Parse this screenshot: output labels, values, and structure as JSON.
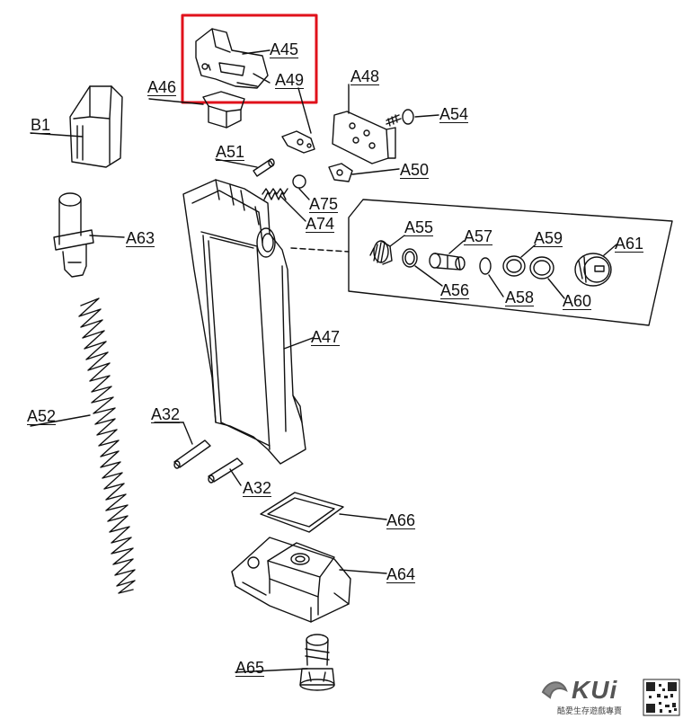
{
  "diagram": {
    "highlight_color": "#e0111b",
    "line_color": "#111111",
    "labels": {
      "a45": "A45",
      "a49": "A49",
      "a46": "A46",
      "a48": "A48",
      "a54": "A54",
      "b1": "B1",
      "a51": "A51",
      "a50": "A50",
      "a75": "A75",
      "a74": "A74",
      "a55": "A55",
      "a57": "A57",
      "a59": "A59",
      "a61": "A61",
      "a56": "A56",
      "a58": "A58",
      "a60": "A60",
      "a63": "A63",
      "a47": "A47",
      "a52": "A52",
      "a32_top": "A32",
      "a32_bottom": "A32",
      "a66": "A66",
      "a64": "A64",
      "a65": "A65"
    }
  },
  "watermark": {
    "brand": "KUi",
    "slogan": "酷愛生存遊戲專賣",
    "qr_icon": "qr-code-icon"
  }
}
